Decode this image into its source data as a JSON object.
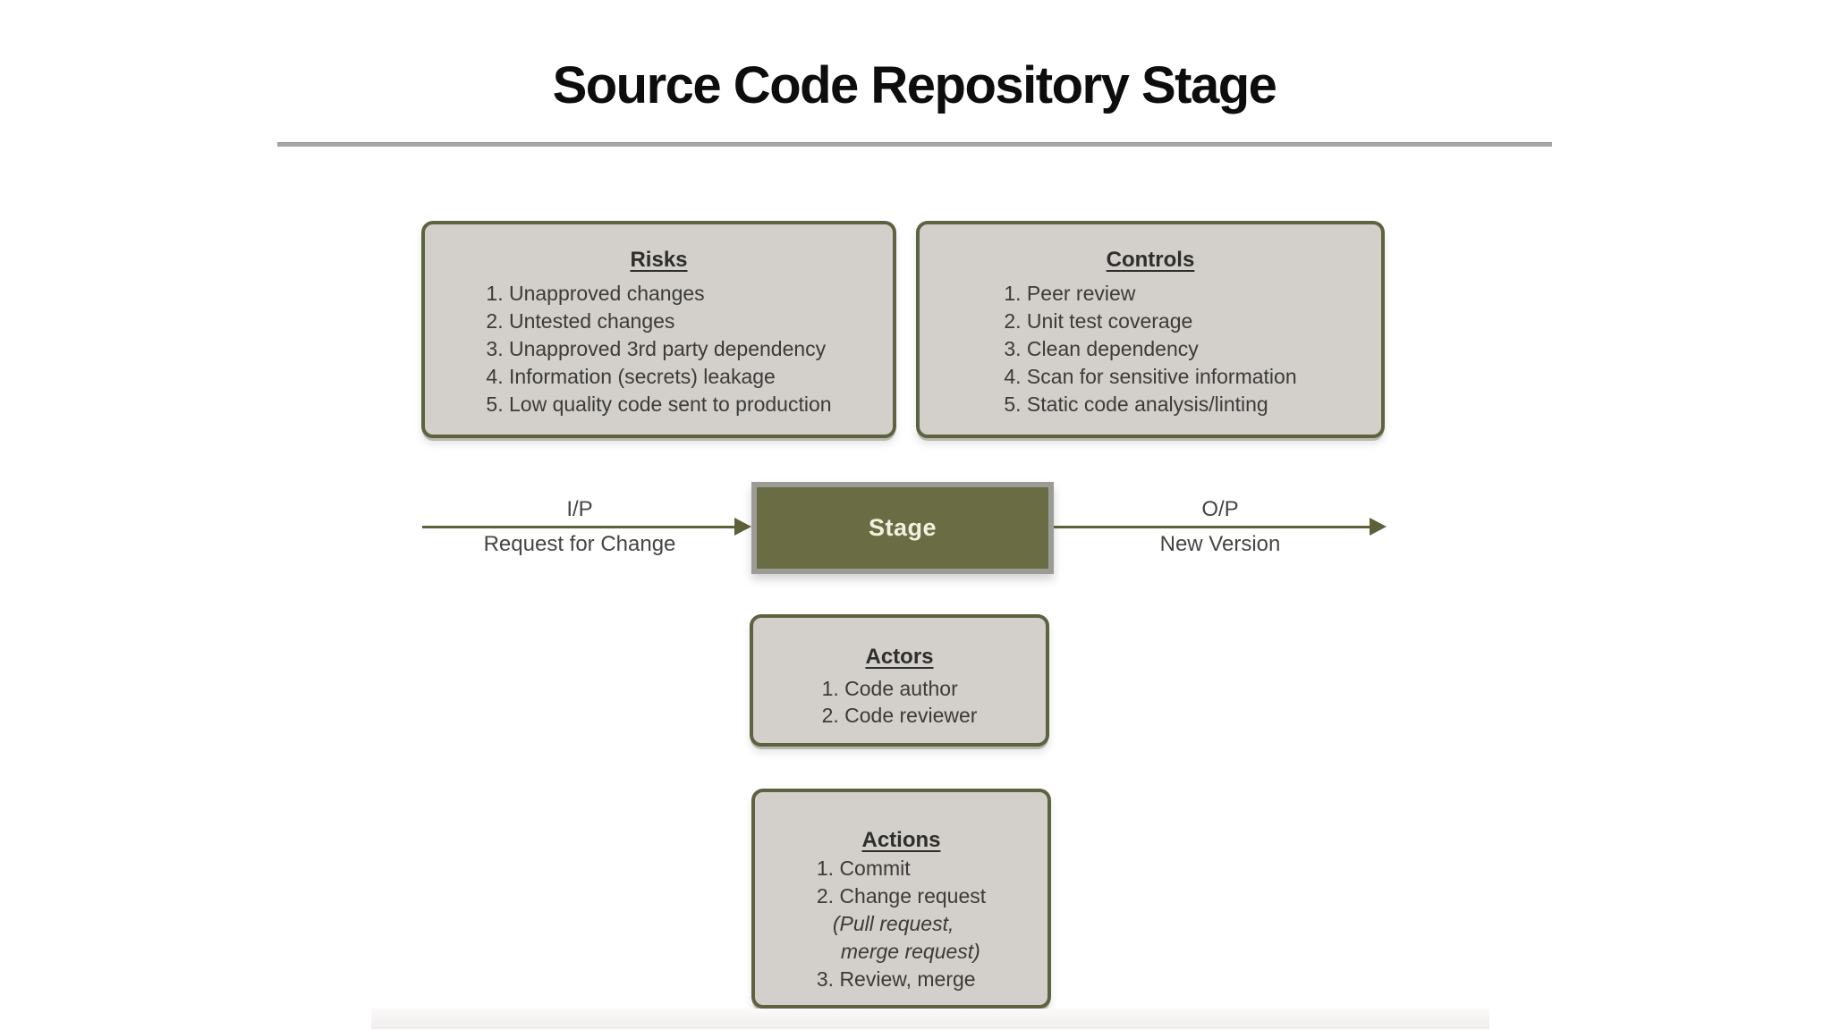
{
  "title": "Source Code Repository Stage",
  "risks": {
    "heading": "Risks",
    "items": [
      "1. Unapproved changes",
      "2. Untested changes",
      "3. Unapproved 3rd party dependency",
      "4. Information (secrets) leakage",
      "5. Low quality code sent to production"
    ]
  },
  "controls": {
    "heading": "Controls",
    "items": [
      "1. Peer review",
      "2. Unit test coverage",
      "3. Clean dependency",
      "4. Scan for sensitive information",
      "5. Static code analysis/linting"
    ]
  },
  "actors": {
    "heading": "Actors",
    "items": [
      "1. Code author",
      "2. Code reviewer"
    ]
  },
  "actions": {
    "heading": "Actions",
    "items": [
      "1. Commit",
      "2. Change request",
      "(Pull request,",
      "merge request)",
      "3. Review, merge"
    ]
  },
  "stage": {
    "label": "Stage"
  },
  "flow": {
    "input_label": "I/P",
    "input_sublabel": "Request for Change",
    "output_label": "O/P",
    "output_sublabel": "New Version"
  },
  "colors": {
    "box_border": "#5f6241",
    "box_fill": "#d3cfca",
    "stage_fill": "#6a6c43",
    "stage_border": "#9d9b98",
    "stage_text": "#f2f0de",
    "arrow": "#5e6039",
    "title_text": "#0d0d0d",
    "body_text": "#3b3b39",
    "rule": "#a6a6a6"
  }
}
